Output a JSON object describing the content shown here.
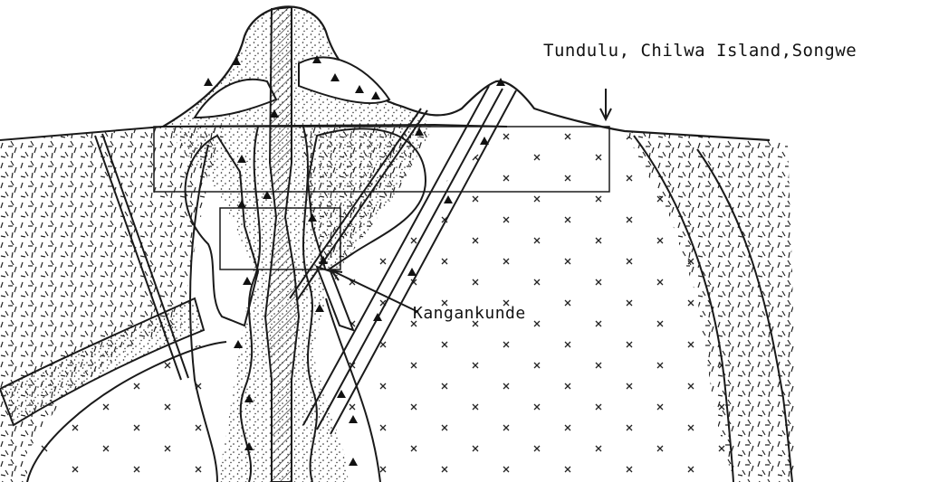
{
  "diagram": {
    "labels": {
      "tundulu": "Tundulu, Chilwa Island,Songwe",
      "kangankunde": "Kangankunde"
    },
    "colors": {
      "ink": "#1a1a1a",
      "paper": "#ffffff"
    },
    "patterns": [
      "dash-hatch",
      "stipple",
      "x-pattern",
      "triangle-fragments",
      "diagonal-hatch"
    ]
  }
}
